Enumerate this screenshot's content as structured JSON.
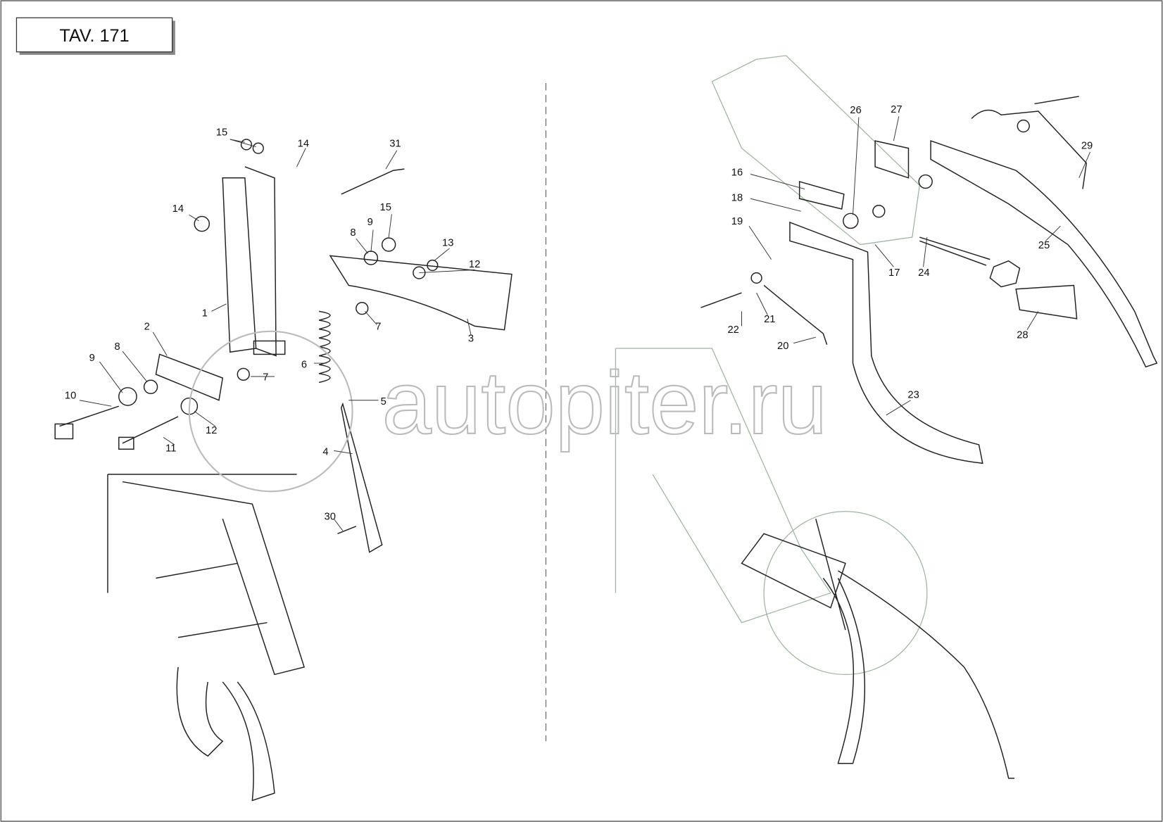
{
  "title": "TAV. 171",
  "watermark": "autopiter.ru",
  "callouts": [
    "15",
    "14",
    "31",
    "14",
    "15",
    "9",
    "8",
    "13",
    "12",
    "1",
    "7",
    "3",
    "2",
    "9",
    "8",
    "6",
    "7",
    "5",
    "10",
    "12",
    "11",
    "4",
    "30",
    "26",
    "27",
    "16",
    "18",
    "19",
    "29",
    "25",
    "17",
    "24",
    "21",
    "22",
    "20",
    "28",
    "23"
  ]
}
